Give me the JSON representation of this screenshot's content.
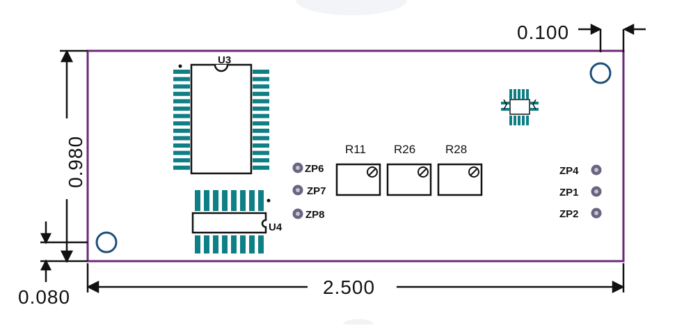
{
  "dimensions": {
    "width": "2.500",
    "height": "0.980",
    "edge_offset": "0.100",
    "hole_offset": "0.080"
  },
  "components": {
    "u3": "U3",
    "u4": "U4",
    "r11": "R11",
    "r26": "R26",
    "r28": "R28"
  },
  "test_points": {
    "zp6": "ZP6",
    "zp7": "ZP7",
    "zp8": "ZP8",
    "zp4": "ZP4",
    "zp1": "ZP1",
    "zp2": "ZP2"
  },
  "colors": {
    "board_outline": "#6b2a78",
    "pad": "#0f7f86",
    "hole": "#1d4f7a",
    "test_point": "#6a6480"
  }
}
